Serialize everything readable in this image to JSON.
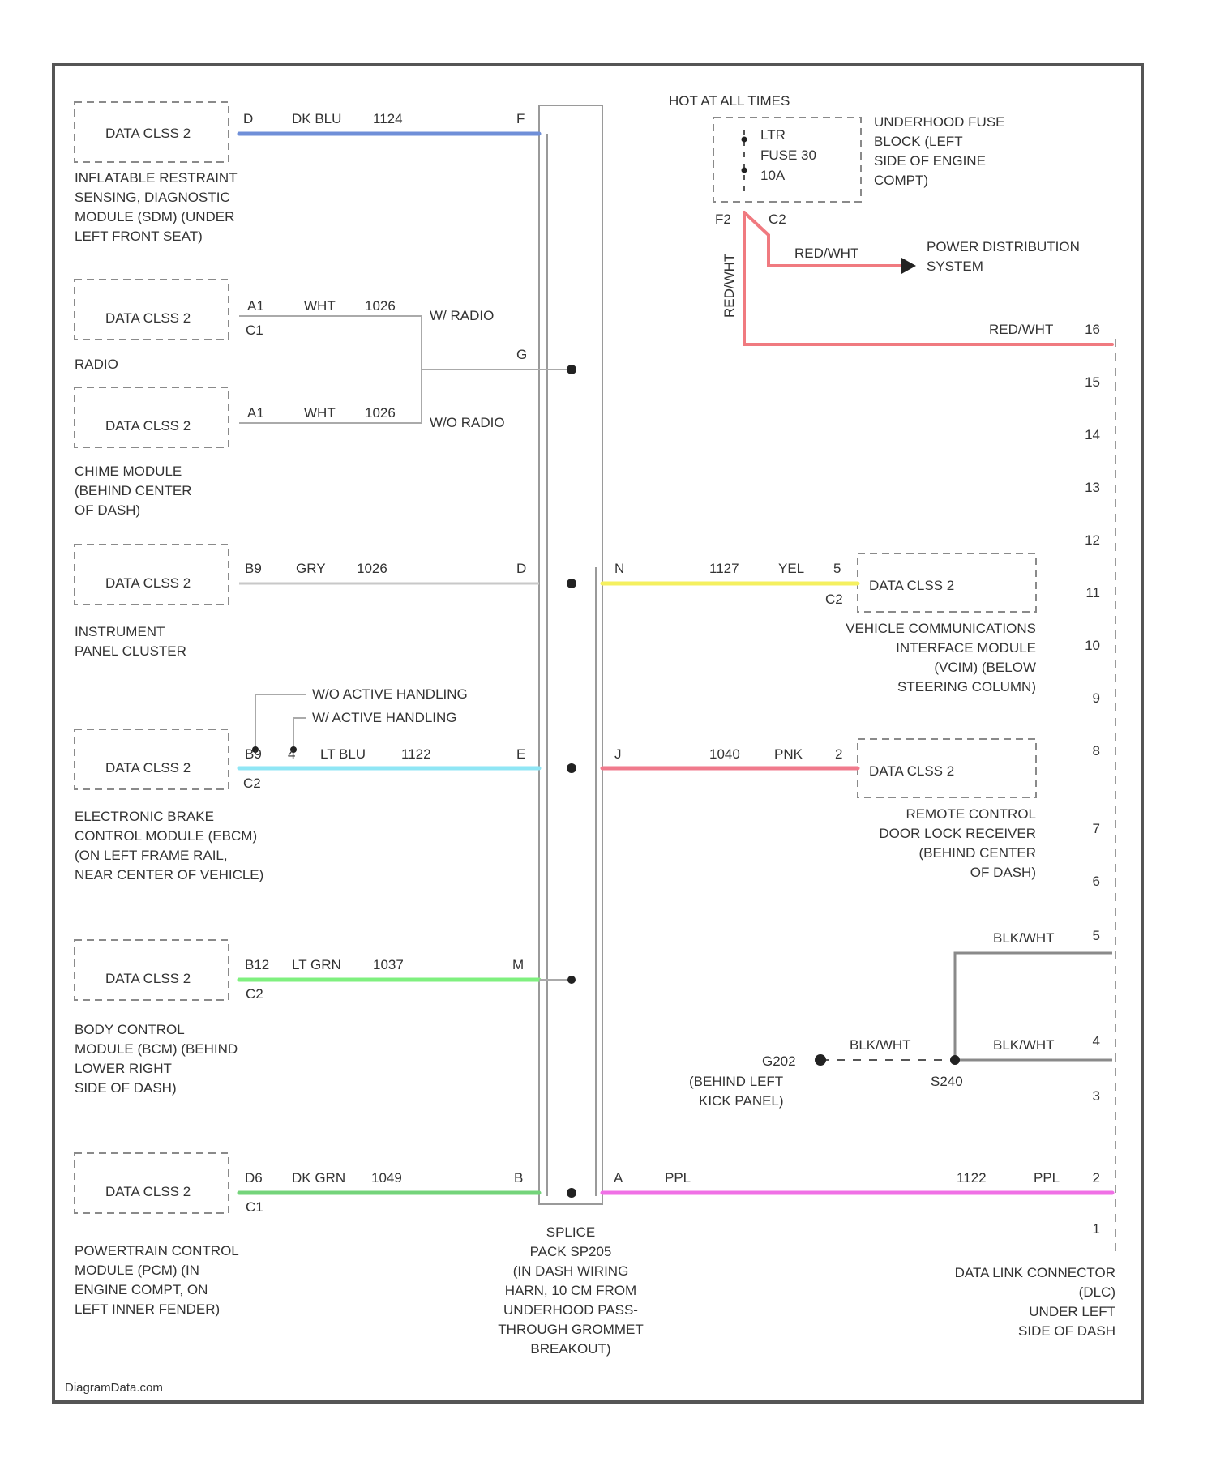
{
  "colors": {
    "dk_blu": "#6f8fd8",
    "wht": "#dddddd",
    "gry": "#cccccc",
    "lt_blu": "#8fe6f5",
    "lt_grn": "#7ff07f",
    "dk_grn": "#74d47a",
    "yel": "#f5f060",
    "pnk": "#f07a8c",
    "red_wht": "#f07a80",
    "ppl": "#f070e6",
    "blk_wht": "#8a8a8a"
  },
  "modules": {
    "sdm": {
      "label": "DATA CLSS 2",
      "desc": [
        "INFLATABLE RESTRAINT",
        "SENSING, DIAGNOSTIC",
        "MODULE (SDM) (UNDER",
        "LEFT FRONT SEAT)"
      ],
      "pin": "D",
      "wire_color": "DK BLU",
      "circuit": "1124",
      "splice_pin": "F"
    },
    "radio": {
      "label": "DATA CLSS 2",
      "desc": [
        "RADIO"
      ],
      "pin": "A1",
      "connector": "C1",
      "wire_color": "WHT",
      "circuit": "1026"
    },
    "chime": {
      "label": "DATA CLSS 2",
      "desc": [
        "CHIME MODULE",
        "(BEHIND CENTER",
        "OF DASH)"
      ],
      "pin": "A1",
      "wire_color": "WHT",
      "circuit": "1026"
    },
    "radio_branch": {
      "with": "W/ RADIO",
      "without": "W/O RADIO",
      "splice_pin": "G"
    },
    "ipc": {
      "label": "DATA CLSS 2",
      "desc": [
        "INSTRUMENT",
        "PANEL CLUSTER"
      ],
      "pin": "B9",
      "wire_color": "GRY",
      "circuit": "1026",
      "splice_pin": "D"
    },
    "ebcm": {
      "label": "DATA CLSS 2",
      "desc": [
        "ELECTRONIC BRAKE",
        "CONTROL MODULE (EBCM)",
        "(ON LEFT FRAME RAIL,",
        "NEAR CENTER OF VEHICLE)"
      ],
      "pin": "B9",
      "pin_alt": "4",
      "connector": "C2",
      "wire_color": "LT BLU",
      "circuit": "1122",
      "splice_pin": "E",
      "option_without": "W/O ACTIVE HANDLING",
      "option_with": "W/ ACTIVE HANDLING"
    },
    "bcm": {
      "label": "DATA CLSS 2",
      "desc": [
        "BODY CONTROL",
        "MODULE (BCM) (BEHIND",
        "LOWER RIGHT",
        "SIDE OF DASH)"
      ],
      "pin": "B12",
      "connector": "C2",
      "wire_color": "LT GRN",
      "circuit": "1037",
      "splice_pin": "M"
    },
    "pcm": {
      "label": "DATA CLSS 2",
      "desc": [
        "POWERTRAIN CONTROL",
        "MODULE (PCM) (IN",
        "ENGINE COMPT, ON",
        "LEFT INNER FENDER)"
      ],
      "pin": "D6",
      "connector": "C1",
      "wire_color": "DK GRN",
      "circuit": "1049",
      "splice_pin": "B"
    },
    "vcim": {
      "label": "DATA CLSS 2",
      "desc": [
        "VEHICLE COMMUNICATIONS",
        "INTERFACE MODULE",
        "(VCIM) (BELOW",
        "STEERING COLUMN)"
      ],
      "pin": "5",
      "connector": "C2",
      "wire_color": "YEL",
      "circuit": "1127",
      "splice_pin": "N"
    },
    "rcdlr": {
      "label": "DATA CLSS 2",
      "desc": [
        "REMOTE CONTROL",
        "DOOR LOCK RECEIVER",
        "(BEHIND CENTER",
        "OF DASH)"
      ],
      "pin": "2",
      "wire_color": "PNK",
      "circuit": "1040",
      "splice_pin": "J"
    }
  },
  "splice": {
    "desc": [
      "SPLICE",
      "PACK SP205",
      "(IN DASH WIRING",
      "HARN, 10 CM FROM",
      "UNDERHOOD PASS-",
      "THROUGH GROMMET",
      "BREAKOUT)"
    ],
    "pin_dlc": "A"
  },
  "fuse": {
    "header": "HOT AT ALL TIMES",
    "lines": [
      "LTR",
      "FUSE 30",
      "10A"
    ],
    "desc": [
      "UNDERHOOD FUSE",
      "BLOCK (LEFT",
      "SIDE OF ENGINE",
      "COMPT)"
    ],
    "pin_left": "F2",
    "pin_right": "C2"
  },
  "power": {
    "wire": "RED/WHT",
    "dest": [
      "POWER DISTRIBUTION",
      "SYSTEM"
    ]
  },
  "dlc": {
    "desc": [
      "DATA LINK CONNECTOR",
      "(DLC)",
      "UNDER LEFT",
      "SIDE OF DASH"
    ],
    "pins": [
      "16",
      "15",
      "14",
      "13",
      "12",
      "11",
      "10",
      "9",
      "8",
      "7",
      "6",
      "5",
      "4",
      "3",
      "2",
      "1"
    ],
    "pin16_wire": "RED/WHT",
    "pin5_wire": "BLK/WHT",
    "pin4_wire": "BLK/WHT",
    "pin2_wire": "PPL",
    "pin2_circuit": "1122"
  },
  "ground": {
    "wire": "BLK/WHT",
    "label": "G202",
    "desc": [
      "(BEHIND LEFT",
      "KICK PANEL)"
    ],
    "splice": "S240"
  },
  "watermark": "DiagramData.com"
}
